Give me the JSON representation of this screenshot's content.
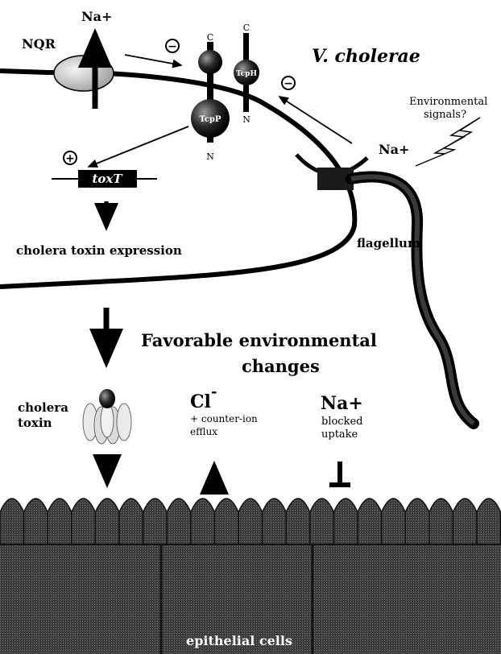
{
  "labels": {
    "nqr": "NQR",
    "na_top": "Na+",
    "species": "V. cholerae",
    "c_tcpp": "C",
    "c_tcph": "C",
    "tcph": "TcpH",
    "tcpp": "TcpP",
    "n_tcph": "N",
    "n_tcpp": "N",
    "env_signals_line1": "Environmental",
    "env_signals_line2": "signals?",
    "na_motor": "Na+",
    "toxt": "toxT",
    "cholera_toxin_expression": "cholera toxin expression",
    "flagellum": "flagellum",
    "favorable_line1": "Favorable environmental",
    "favorable_line2": "changes",
    "cholera_line1": "cholera",
    "cholera_line2": "toxin",
    "cl": "Cl",
    "cl_sup": "-",
    "counter_ion_line1": "+ counter-ion",
    "counter_ion_line2": "efflux",
    "na_bottom": "Na+",
    "blocked_line1": "blocked",
    "blocked_line2": "uptake",
    "epithelial_cells": "epithelial cells",
    "minus_sign": "−",
    "plus_sign": "+"
  },
  "colors": {
    "ink": "#000000",
    "nqr_fill": "#d9d9d9",
    "cell_fill": "#4a4a4a",
    "villus_fill": "#5a5a5a",
    "toxin_light": "#e6e6e6"
  }
}
